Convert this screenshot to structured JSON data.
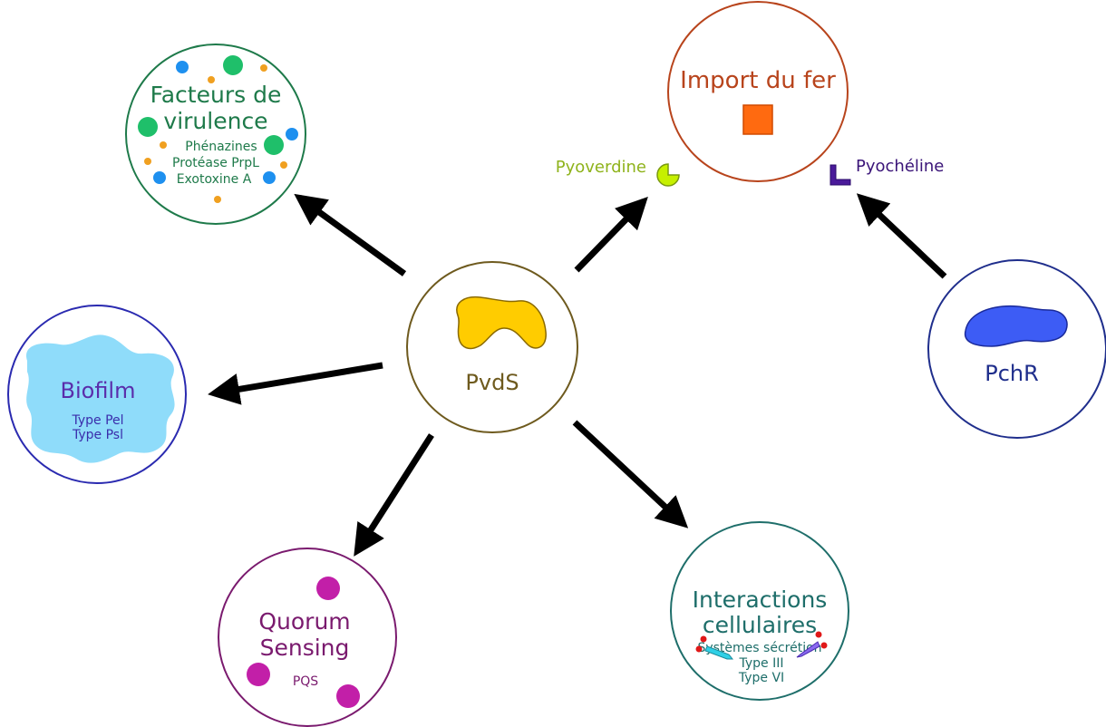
{
  "center": {
    "label": "PvdS"
  },
  "virulence": {
    "title_line1": "Facteurs de",
    "title_line2": "virulence",
    "items": [
      "Phénazines",
      "Protéase PrpL",
      "Exotoxine A"
    ]
  },
  "iron": {
    "title": "Import du fer"
  },
  "pyoverdine": {
    "label": "Pyoverdine"
  },
  "pyocheline": {
    "label": "Pyochéline"
  },
  "pchr": {
    "label": "PchR"
  },
  "biofilm": {
    "title": "Biofilm",
    "items": [
      "Type Pel",
      "Type Psl"
    ]
  },
  "quorum": {
    "title_line1": "Quorum",
    "title_line2": "Sensing",
    "sub": "PQS"
  },
  "interactions": {
    "title_line1": "Interactions",
    "title_line2": "cellulaires",
    "items": [
      "Systèmes sécrétion",
      "Type III",
      "Type VI"
    ]
  },
  "colors": {
    "virulence": "#1e7a4a",
    "iron": "#b8441c",
    "pvds": "#6e5a1e",
    "pvds_shape": "#ffcc00",
    "pyoverdine": "#8fb31c",
    "pyocheline": "#3a1478",
    "pchr": "#1f2e8c",
    "pchr_shape": "#3d5cf5",
    "biofilm": "#5a2dab",
    "biofilm_blob": "#8fdcfa",
    "quorum": "#7a1a6e",
    "quorum_dot": "#c21fa8",
    "interactions": "#1e6e6a",
    "orange_square": "#ff6a10"
  }
}
